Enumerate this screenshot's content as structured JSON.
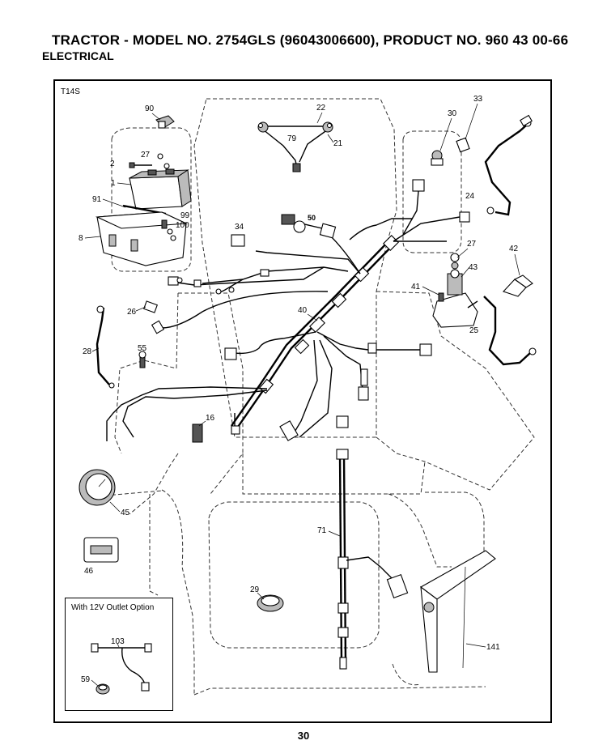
{
  "header": {
    "title": "TRACTOR - MODEL NO. 2754GLS (96043006600), PRODUCT NO. 960 43 00-66",
    "section": "ELECTRICAL"
  },
  "diagram": {
    "code": "T14S",
    "inset_title": "With 12V Outlet Option",
    "callouts": {
      "p1": "1",
      "p2": "2",
      "p8": "8",
      "p16": "16",
      "p21": "21",
      "p22": "22",
      "p24": "24",
      "p25": "25",
      "p26": "26",
      "p27a": "27",
      "p27b": "27",
      "p28": "28",
      "p29": "29",
      "p30": "30",
      "p33": "33",
      "p34": "34",
      "p40": "40",
      "p41": "41",
      "p42": "42",
      "p43": "43",
      "p45": "45",
      "p46": "46",
      "p50": "50",
      "p55": "55",
      "p59": "59",
      "p71": "71",
      "p79": "79",
      "p90": "90",
      "p91": "91",
      "p99": "99",
      "p100": "100",
      "p103": "103",
      "p141": "141"
    }
  },
  "footer": {
    "page_number": "30"
  }
}
